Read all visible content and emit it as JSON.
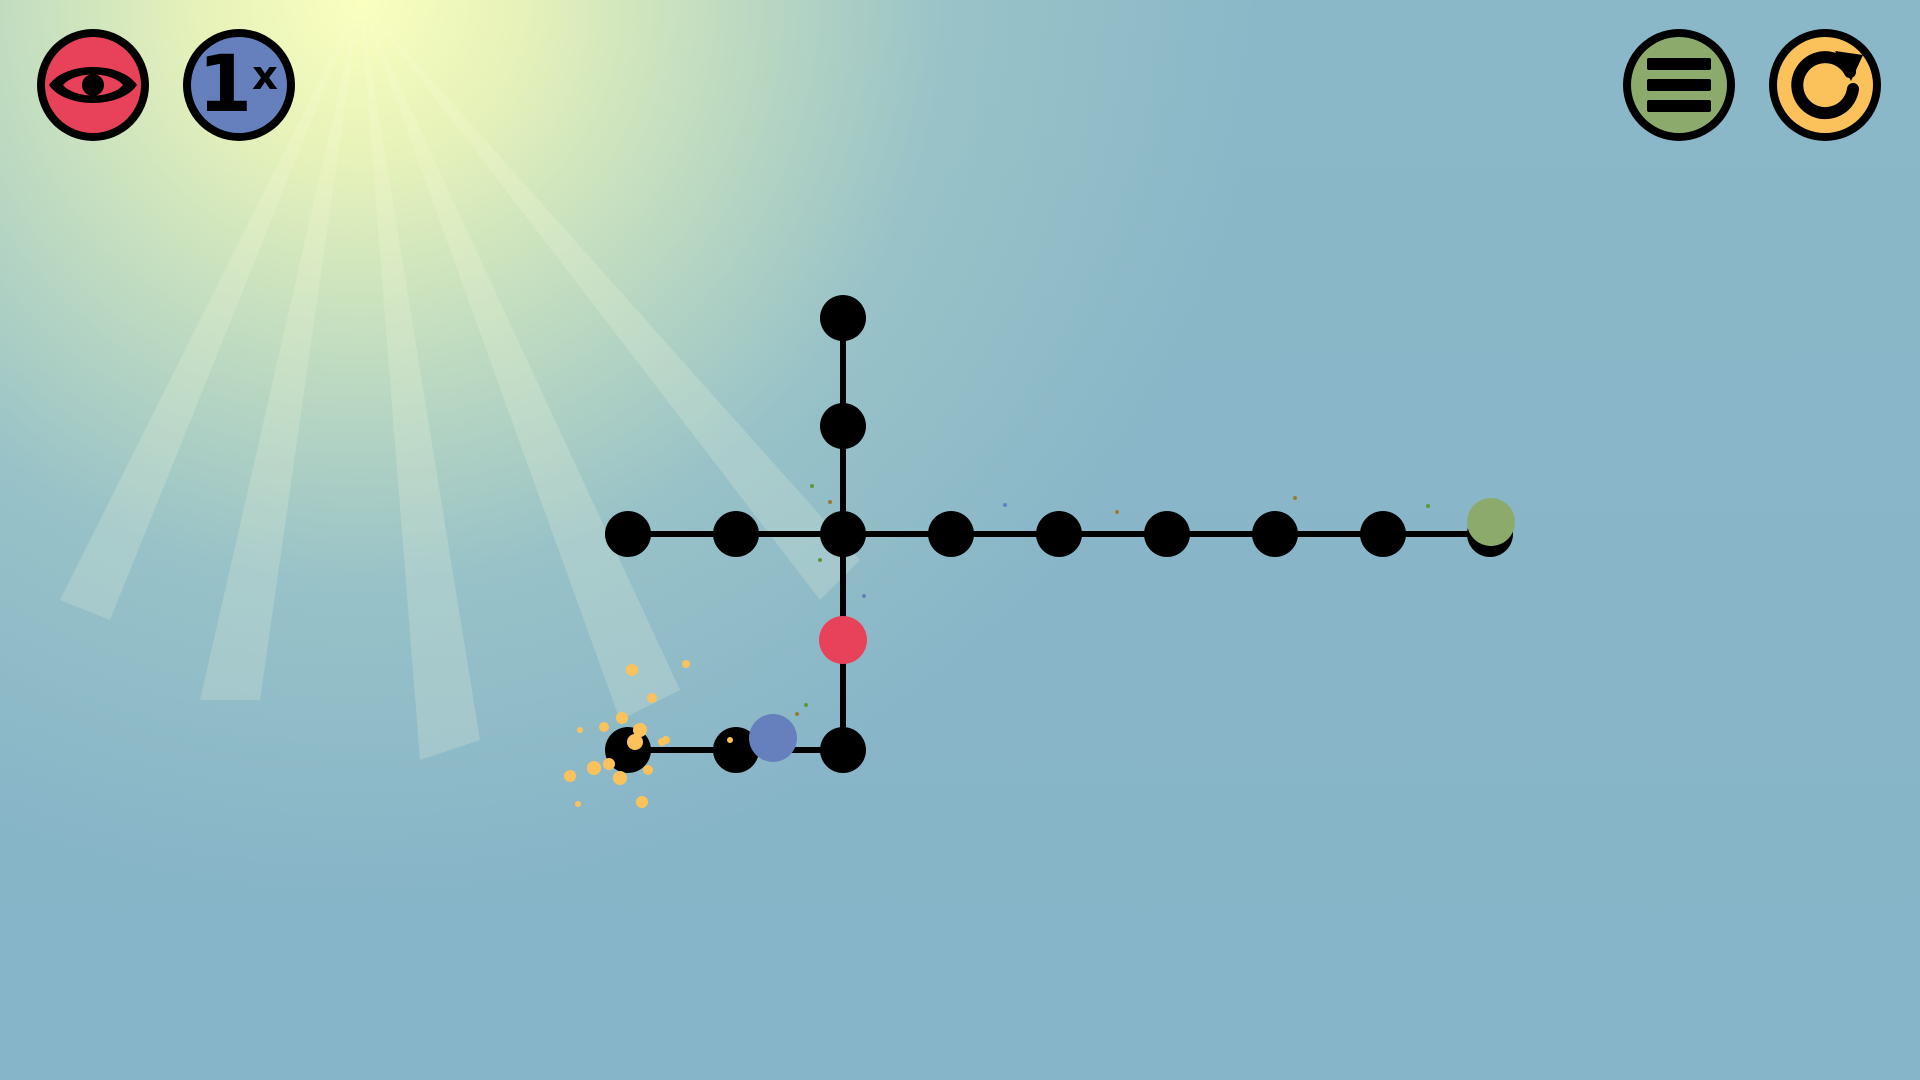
{
  "hud": {
    "view_button": {
      "icon": "eye-icon",
      "color": "#e8415a"
    },
    "speed_button": {
      "label": "1",
      "suffix": "x",
      "color": "#6580bd"
    },
    "menu_button": {
      "icon": "hamburger-menu-icon",
      "color": "#8caa6c"
    },
    "restart_button": {
      "icon": "restart-icon",
      "color": "#fbc25b"
    }
  },
  "colors": {
    "node": "#000000",
    "track": "#000000",
    "red_token": "#e8415a",
    "blue_token": "#6580bd",
    "green_token": "#8caa6c",
    "yellow_spark": "#fbc25b"
  },
  "board": {
    "nodes": [
      {
        "id": "n-top-1",
        "type": "junction"
      },
      {
        "id": "n-top-2",
        "type": "junction"
      },
      {
        "id": "n-left-1",
        "type": "junction"
      },
      {
        "id": "n-left-2",
        "type": "junction"
      },
      {
        "id": "n-center",
        "type": "junction"
      },
      {
        "id": "n-right-1",
        "type": "junction"
      },
      {
        "id": "n-right-2",
        "type": "junction"
      },
      {
        "id": "n-right-3",
        "type": "junction"
      },
      {
        "id": "n-right-4",
        "type": "junction"
      },
      {
        "id": "n-right-5",
        "type": "junction"
      },
      {
        "id": "n-right-6",
        "type": "junction"
      },
      {
        "id": "n-bottom-corner",
        "type": "junction"
      },
      {
        "id": "n-bottom-mid",
        "type": "junction"
      },
      {
        "id": "n-bottom-end",
        "type": "junction"
      }
    ],
    "tokens": [
      {
        "id": "red-token",
        "color": "#e8415a"
      },
      {
        "id": "blue-token",
        "color": "#6580bd"
      },
      {
        "id": "green-token",
        "color": "#8caa6c"
      }
    ]
  }
}
